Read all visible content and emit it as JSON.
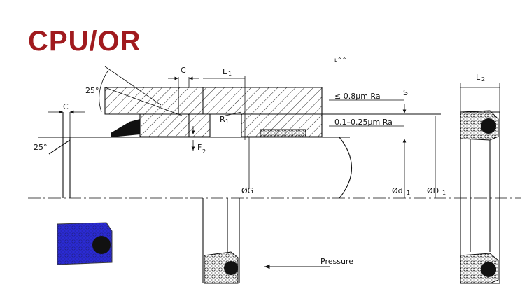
{
  "title": "CPU/OR",
  "title_color": "#a01a1e",
  "seal_fill_color": "#2b2bd6",
  "labels": {
    "angle_top": "25°",
    "angle_left": "25°",
    "c_left": "C",
    "c_top": "C",
    "l1": "L",
    "l1_sub": "1",
    "l2": "L",
    "l2_sub": "2",
    "r1": "R",
    "r1_sub": "1",
    "f2": "F",
    "f2_sub": "2",
    "s": "S",
    "finish_1": "≤ 0.8μm Ra",
    "finish_2": "0.1–0.25μm Ra",
    "dia_g": "ØG",
    "dia_d1": "Ød",
    "dia_d1_sub": "1",
    "dia_big_d1": "ØD",
    "dia_big_d1_sub": "1",
    "pressure": "Pressure",
    "stray": "ʟ^^"
  }
}
